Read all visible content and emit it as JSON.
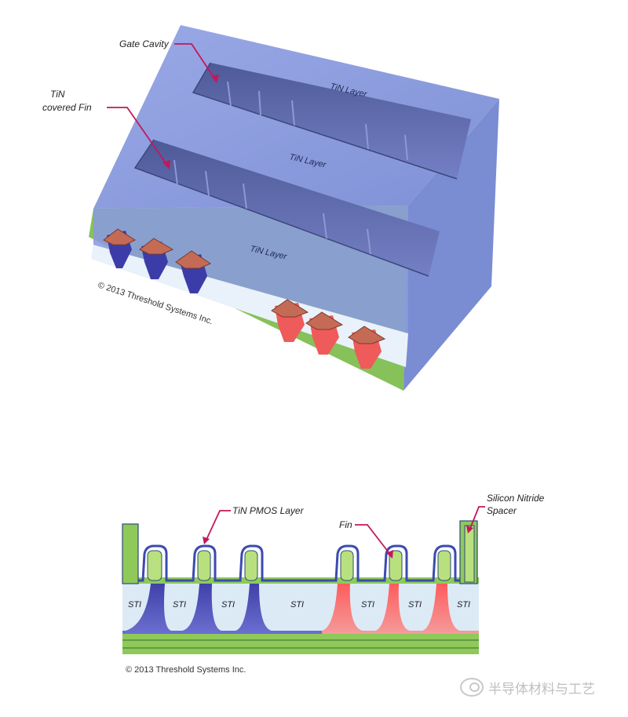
{
  "top_diagram": {
    "labels": {
      "gate_cavity": "Gate Cavity",
      "tin_covered_fin_line1": "TiN",
      "tin_covered_fin_line2": "covered Fin",
      "tin_layer_1": "TiN Layer",
      "tin_layer_2": "TiN Layer",
      "tin_layer_3": "TiN Layer"
    },
    "copyright": "© 2013 Threshold Systems Inc."
  },
  "bottom_diagram": {
    "labels": {
      "tin_pmos_layer": "TiN PMOS Layer",
      "fin": "Fin",
      "spacer_line1": "Silicon Nitride",
      "spacer_line2": "Spacer"
    },
    "sti_labels": [
      "STI",
      "STI",
      "STI",
      "STI",
      "STI",
      "STI",
      "STI"
    ],
    "copyright": "© 2013 Threshold Systems Inc."
  },
  "watermark": {
    "text": "半导体材料与工艺",
    "icon": "wechat-icon"
  },
  "colors": {
    "tin_top": "#8f9fdf",
    "tin_side": "#7283c9",
    "cavity": "#5e6ba8",
    "green": "#8ec95a",
    "sti": "#dceaf6",
    "pmos": "#4d4fb0",
    "nmos": "#f26a6a",
    "fin_gate": "#c2694e",
    "arrow": "#c2185b"
  }
}
